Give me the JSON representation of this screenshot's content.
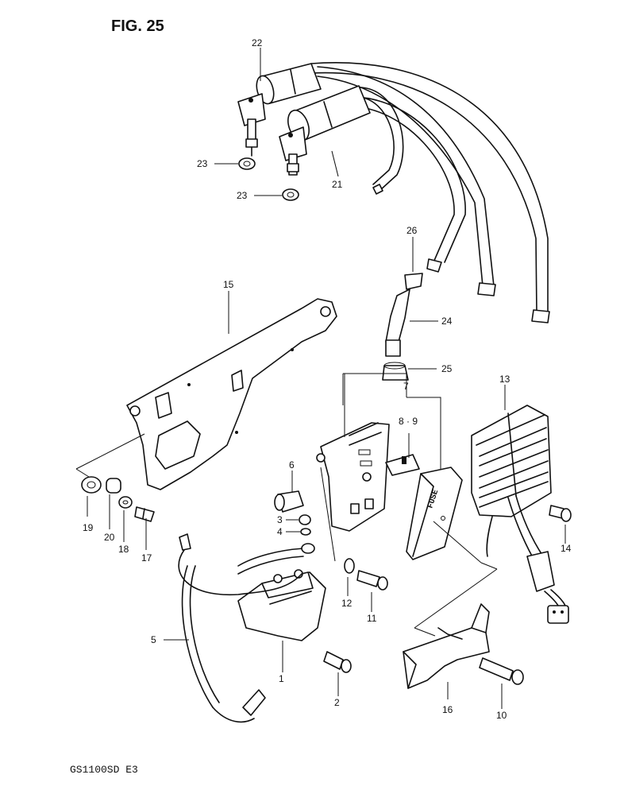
{
  "figure_title": "FIG. 25",
  "model_code": "GS1100SD E3",
  "fuse_box_label": "FUSE",
  "callouts": {
    "p1": "1",
    "p2": "2",
    "p3": "3",
    "p4": "4",
    "p5": "5",
    "p6": "6",
    "p7": "7",
    "p8_9": "8 · 9",
    "p10": "10",
    "p11": "11",
    "p12": "12",
    "p13": "13",
    "p14": "14",
    "p15": "15",
    "p16": "16",
    "p17": "17",
    "p18": "18",
    "p19": "19",
    "p20": "20",
    "p21": "21",
    "p22": "22",
    "p23a": "23",
    "p23b": "23",
    "p24": "24",
    "p25": "25",
    "p26": "26"
  },
  "colors": {
    "ink": "#111111",
    "paper": "#ffffff"
  }
}
